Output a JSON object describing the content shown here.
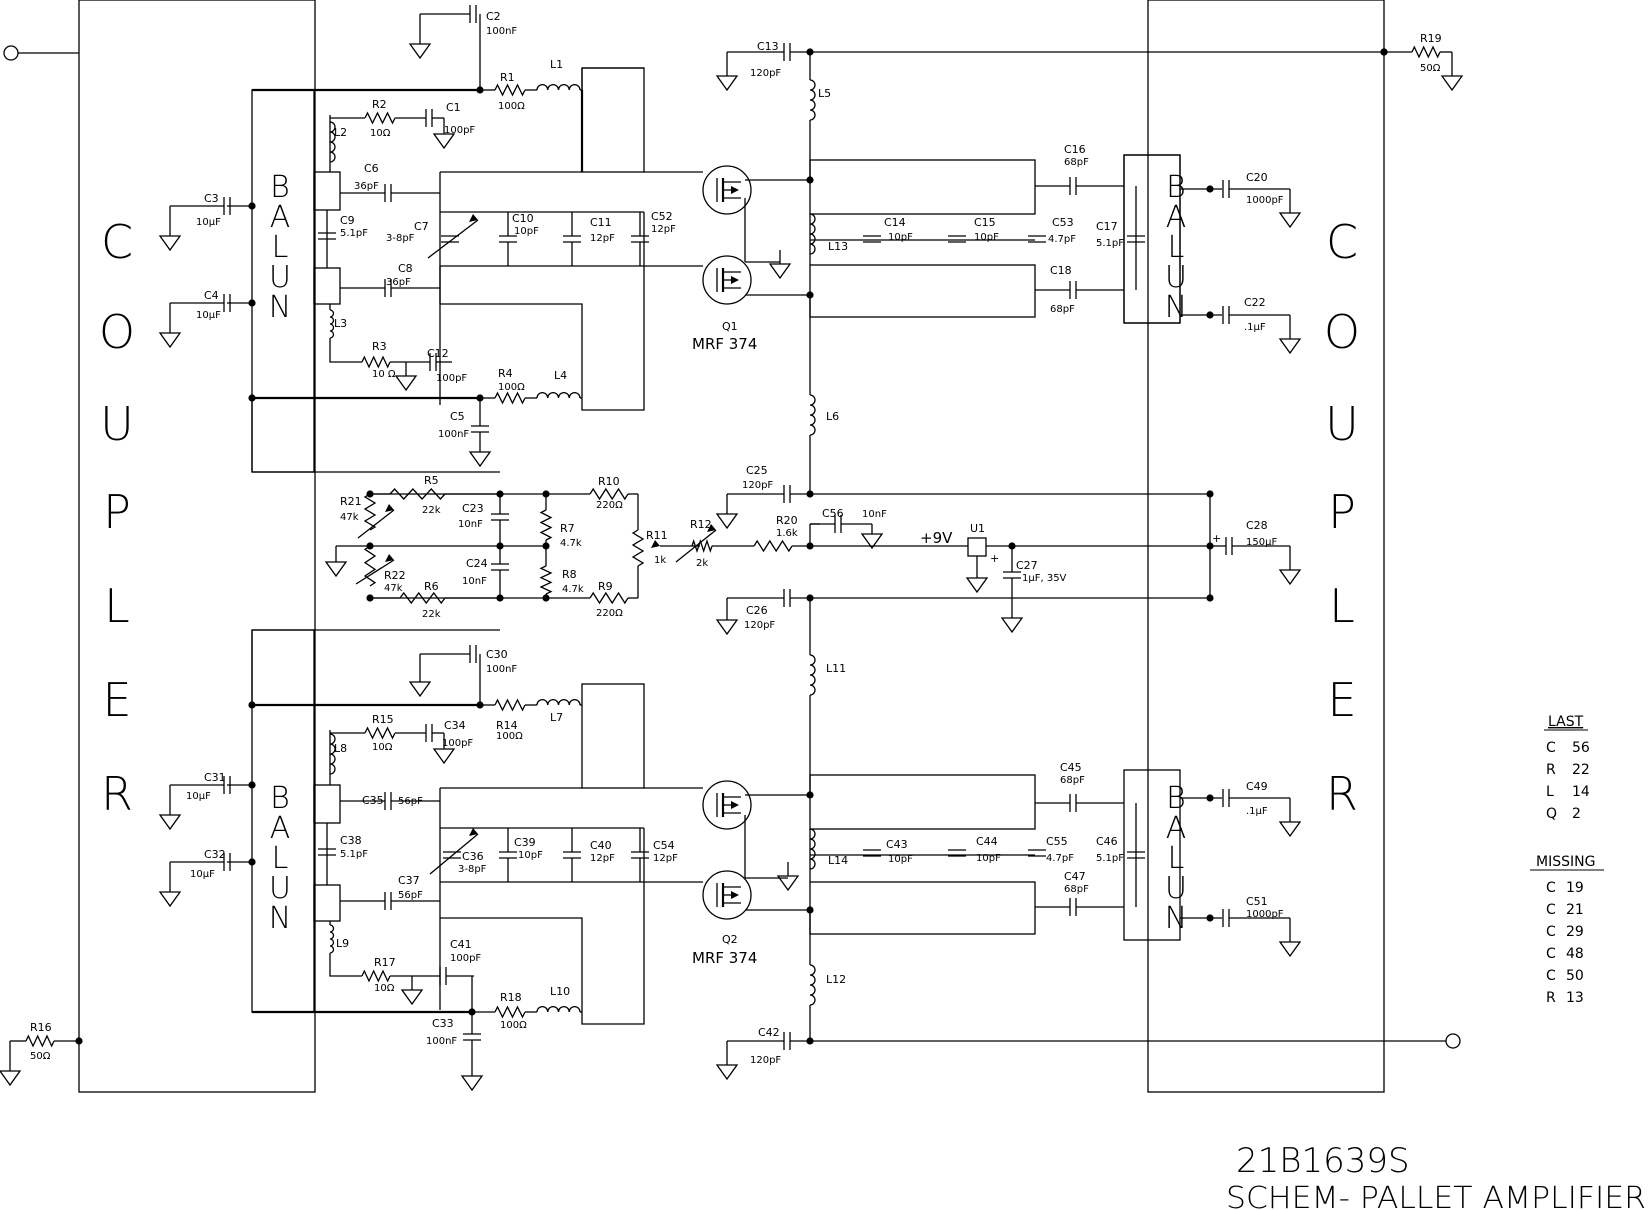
{
  "coupler_letters": [
    "C",
    "O",
    "U",
    "P",
    "L",
    "E",
    "R"
  ],
  "balun_letters": [
    "B",
    "A",
    "L",
    "U",
    "N"
  ],
  "power_label": "+9V",
  "components": {
    "R19": [
      "R19",
      "50Ω"
    ],
    "R16": [
      "R16",
      "50Ω"
    ],
    "C2": [
      "C2",
      "100nF"
    ],
    "R1": [
      "R1",
      "100Ω"
    ],
    "L1": [
      "L1",
      ""
    ],
    "R2": [
      "R2",
      "10Ω"
    ],
    "C1": [
      "C1",
      "100pF"
    ],
    "L2": [
      "L2",
      ""
    ],
    "C3": [
      "C3",
      "10µF"
    ],
    "C4": [
      "C4",
      "10µF"
    ],
    "C6": [
      "C6",
      "36pF"
    ],
    "C9": [
      "C9",
      "5.1pF"
    ],
    "C7": [
      "C7",
      "3-8pF"
    ],
    "C8": [
      "C8",
      "36pF"
    ],
    "C10": [
      "C10",
      "10pF"
    ],
    "C11": [
      "C11",
      "12pF"
    ],
    "C52": [
      "C52",
      "12pF"
    ],
    "L3": [
      "L3",
      ""
    ],
    "R3": [
      "R3",
      "10 Ω"
    ],
    "C12": [
      "C12",
      "100pF"
    ],
    "R4": [
      "R4",
      "100Ω"
    ],
    "L4": [
      "L4",
      ""
    ],
    "C5": [
      "C5",
      "100nF"
    ],
    "C13": [
      "C13",
      "120pF"
    ],
    "L5": [
      "L5",
      ""
    ],
    "Q1": [
      "Q1",
      "MRF 374"
    ],
    "C14": [
      "C14",
      "10pF"
    ],
    "C15": [
      "C15",
      "10pF"
    ],
    "C53": [
      "C53",
      "4.7pF"
    ],
    "L13": [
      "L13",
      ""
    ],
    "C16": [
      "C16",
      "68pF"
    ],
    "C17": [
      "C17",
      "5.1pF"
    ],
    "C18": [
      "C18",
      "68pF"
    ],
    "C20": [
      "C20",
      "1000pF"
    ],
    "C22": [
      "C22",
      ".1µF"
    ],
    "L6": [
      "L6",
      ""
    ],
    "R21": [
      "R21",
      "47k"
    ],
    "R5": [
      "R5",
      "22k"
    ],
    "C23": [
      "C23",
      "10nF"
    ],
    "R7": [
      "R7",
      "4.7k"
    ],
    "R10": [
      "R10",
      "220Ω"
    ],
    "R11": [
      "R11",
      "1k"
    ],
    "R12": [
      "R12",
      "2k"
    ],
    "R20": [
      "R20",
      "1.6k"
    ],
    "C25": [
      "C25",
      "120pF"
    ],
    "C56": [
      "C56",
      "10nF"
    ],
    "U1": [
      "U1",
      ""
    ],
    "C27": [
      "C27",
      "1µF, 35V"
    ],
    "C28": [
      "C28",
      "150µF"
    ],
    "R22": [
      "R22",
      "47k"
    ],
    "C24": [
      "C24",
      "10nF"
    ],
    "R6": [
      "R6",
      "22k"
    ],
    "R8": [
      "R8",
      "4.7k"
    ],
    "R9": [
      "R9",
      "220Ω"
    ],
    "C26": [
      "C26",
      "120pF"
    ],
    "L11": [
      "L11",
      ""
    ],
    "C30": [
      "C30",
      "100nF"
    ],
    "R14": [
      "R14",
      "100Ω"
    ],
    "L7": [
      "L7",
      ""
    ],
    "R15": [
      "R15",
      "10Ω"
    ],
    "C34": [
      "C34",
      "100pF"
    ],
    "L8": [
      "L8",
      ""
    ],
    "C31": [
      "C31",
      "10µF"
    ],
    "C32": [
      "C32",
      "10µF"
    ],
    "C35": [
      "C35",
      "56pF"
    ],
    "C38": [
      "C38",
      "5.1pF"
    ],
    "C36": [
      "C36",
      "3-8pF"
    ],
    "C37": [
      "C37",
      "56pF"
    ],
    "C39": [
      "C39",
      "10pF"
    ],
    "C40": [
      "C40",
      "12pF"
    ],
    "C54": [
      "C54",
      "12pF"
    ],
    "L9": [
      "L9",
      ""
    ],
    "R17": [
      "R17",
      "10Ω"
    ],
    "C41": [
      "C41",
      "100pF"
    ],
    "R18": [
      "R18",
      "100Ω"
    ],
    "L10": [
      "L10",
      ""
    ],
    "C33": [
      "C33",
      "100nF"
    ],
    "Q2": [
      "Q2",
      "MRF 374"
    ],
    "L14": [
      "L14",
      ""
    ],
    "C43": [
      "C43",
      "10pF"
    ],
    "C44": [
      "C44",
      "10pF"
    ],
    "C55": [
      "C55",
      "4.7pF"
    ],
    "C45": [
      "C45",
      "68pF"
    ],
    "C46": [
      "C46",
      "5.1pF"
    ],
    "C47": [
      "C47",
      "68pF"
    ],
    "C49": [
      "C49",
      ".1µF"
    ],
    "C51": [
      "C51",
      "1000pF"
    ],
    "L12": [
      "L12",
      ""
    ],
    "C42": [
      "C42",
      "120pF"
    ]
  },
  "last_table": {
    "title": "LAST",
    "rows": [
      [
        "C",
        "56"
      ],
      [
        "R",
        "22"
      ],
      [
        "L",
        "14"
      ],
      [
        "Q",
        "2"
      ]
    ]
  },
  "missing_table": {
    "title": "MISSING",
    "rows": [
      [
        "C",
        "19"
      ],
      [
        "C",
        "21"
      ],
      [
        "C",
        "29"
      ],
      [
        "C",
        "48"
      ],
      [
        "C",
        "50"
      ],
      [
        "R",
        "13"
      ]
    ]
  },
  "title_block": {
    "drawing_number": "21B1639S",
    "title": "SCHEM- PALLET AMPLIFIER"
  }
}
